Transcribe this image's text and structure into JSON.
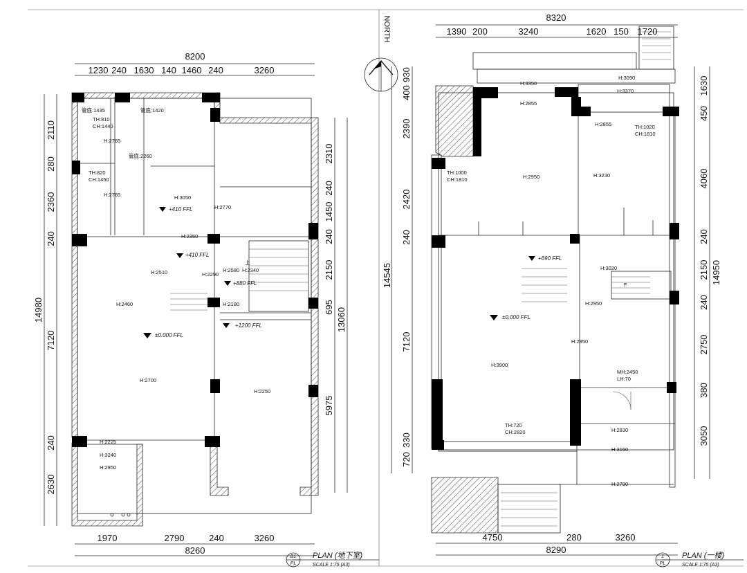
{
  "left_plan": {
    "top_total": "8200",
    "top_dims": [
      "1230",
      "240",
      "1630",
      "140",
      "1460",
      "240",
      "3260"
    ],
    "left_total": "14980",
    "left_dims": [
      "2110",
      "280",
      "2360",
      "240",
      "7120",
      "240",
      "2630"
    ],
    "right_total": "13060",
    "right_dims": [
      "2310",
      "240",
      "1450",
      "240",
      "2150",
      "695",
      "5975"
    ],
    "bottom_dims": [
      "1970",
      "2790",
      "240",
      "3260"
    ],
    "bottom_total": "8260",
    "labels": {
      "pipe_1435": "管底:1435",
      "pipe_1420": "管底:1420",
      "th810": "TH:810",
      "ch1440": "CH:1440",
      "h2765a": "H:2765",
      "pipe_2260": "管底:2260",
      "th820": "TH:820",
      "ch1450": "CH:1450",
      "h2765b": "H:2765",
      "h3050": "H:3050",
      "h2770": "H:2770",
      "h2350": "H:2350",
      "h2510": "H:2510",
      "h2580": "H:2580",
      "h2340": "H:2340",
      "h2290": "H:2290",
      "h2460": "H:2460",
      "h2180": "H:2180",
      "h2700": "H:2700",
      "h2250": "H:2250",
      "h2225": "H:2225",
      "h3240": "H:3240",
      "h2950": "H:2950",
      "up": "上"
    },
    "levels": {
      "l410a": "+410 FFL",
      "l410b": "+410 FFL",
      "l880": "+880 FFL",
      "l1200": "+1200 FFL",
      "l0": "±0.000 FFL"
    },
    "caption": {
      "code_top": "B1",
      "code_bottom": "PL",
      "title": "PLAN (地下室)",
      "scale": "SCALE 1:75 (A3)"
    }
  },
  "right_plan": {
    "north": "NORTH",
    "top_total": "8320",
    "top_dims": [
      "1390",
      "200",
      "3240",
      "1620",
      "150",
      "1720"
    ],
    "left_total": "14545",
    "left_dims": [
      "400",
      "930",
      "2390",
      "2420",
      "240",
      "7120",
      "720",
      "330"
    ],
    "right_total": "14950",
    "right_dims": [
      "1630",
      "450",
      "4060",
      "240",
      "2150",
      "240",
      "2750",
      "380",
      "3050"
    ],
    "bottom_dims": [
      "4750",
      "280",
      "3260"
    ],
    "bottom_total": "8290",
    "labels": {
      "h3090": "H:3090",
      "h3350": "H:3350",
      "h3370": "H:3370",
      "h2855a": "H:2855",
      "h2855b": "H:2855",
      "th1020": "TH:1020",
      "ch1810a": "CH:1810",
      "th1000": "TH:1000",
      "ch1810b": "CH:1810",
      "h2950a": "H:2950",
      "h3230": "H:3230",
      "h3020": "H:3020",
      "h2950b": "H:2950",
      "h2950c": "H:2950",
      "h3900": "H:3900",
      "mh2450": "MH:2450",
      "lh70": "LH:70",
      "th720": "TH:720",
      "ch2820": "CH:2820",
      "h2830": "H:2830",
      "h3160": "H:3160",
      "h2790": "H:2790",
      "down": "F"
    },
    "levels": {
      "l690": "+690 FFL",
      "l0": "±0.000 FFL"
    },
    "caption": {
      "code_top": "1",
      "code_bottom": "PL",
      "title": "PLAN (一楼)",
      "scale": "SCALE 1:75 (A3)"
    }
  }
}
